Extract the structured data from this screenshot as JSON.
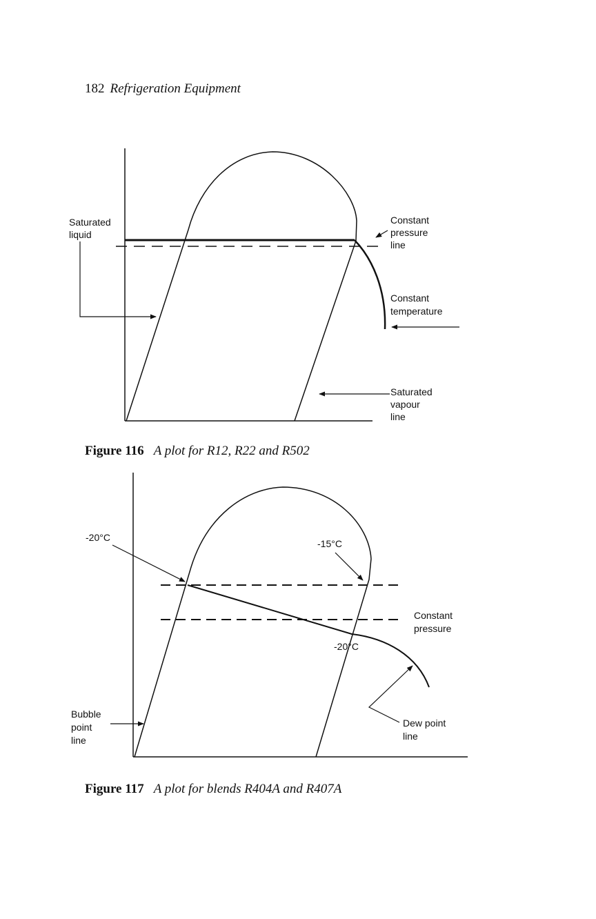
{
  "header": {
    "page_number": "182",
    "book_title": "Refrigeration Equipment"
  },
  "figure116": {
    "label_saturated_liquid": [
      "Saturated",
      "liquid"
    ],
    "label_constant_pressure": [
      "Constant",
      "pressure",
      "line"
    ],
    "label_constant_temperature": [
      "Constant",
      "temperature"
    ],
    "label_saturated_vapour": [
      "Saturated",
      "vapour",
      "line"
    ],
    "caption_number": "Figure 116",
    "caption_text": "A plot for R12, R22 and R502"
  },
  "figure117": {
    "label_minus20_top": "-20°C",
    "label_minus15": "-15°C",
    "label_minus20_bottom": "-20°C",
    "label_constant_pressure": [
      "Constant",
      "pressure"
    ],
    "label_bubble_point": [
      "Bubble",
      "point",
      "line"
    ],
    "label_dew_point": [
      "Dew point",
      "line"
    ],
    "caption_number": "Figure 117",
    "caption_text": "A plot for blends R404A and R407A"
  }
}
